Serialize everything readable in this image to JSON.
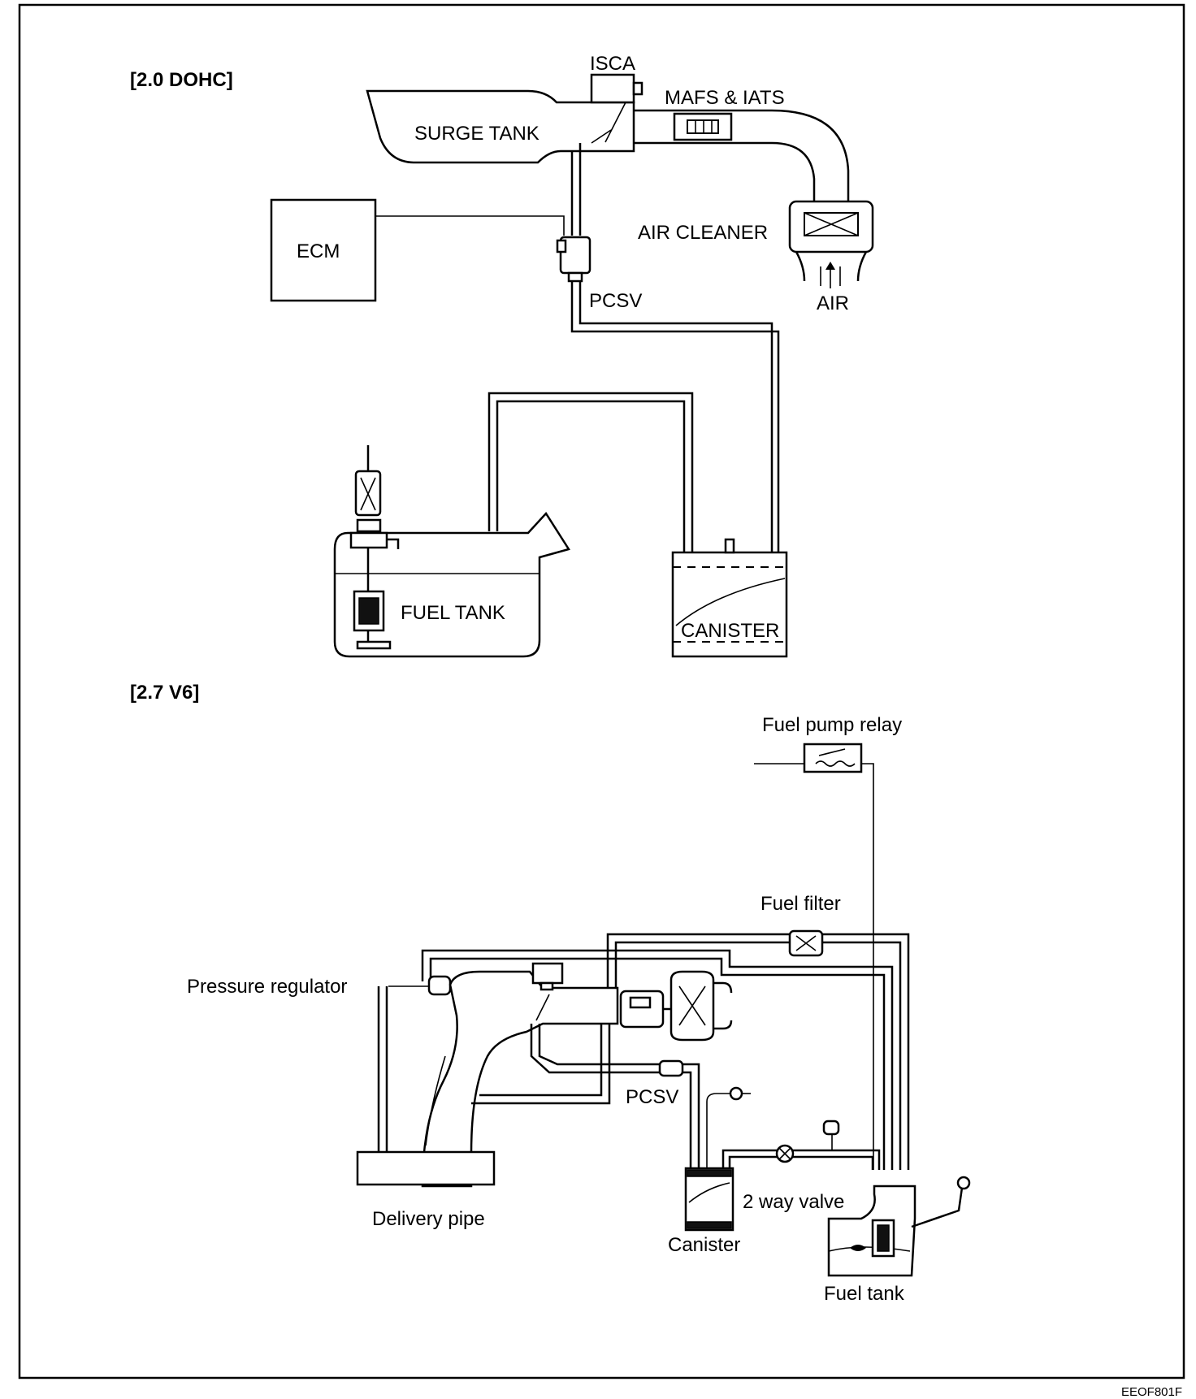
{
  "figure_code": "EEOF801F",
  "dohc": {
    "header": "[2.0 DOHC]",
    "labels": {
      "isca": "ISCA",
      "mafs_iats": "MAFS & IATS",
      "surge_tank": "SURGE TANK",
      "ecm": "ECM",
      "air_cleaner": "AIR CLEANER",
      "air": "AIR",
      "pcsv": "PCSV",
      "fuel_tank": "FUEL TANK",
      "canister": "CANISTER"
    }
  },
  "v6": {
    "header": "[2.7 V6]",
    "labels": {
      "fuel_pump_relay": "Fuel pump relay",
      "fuel_filter": "Fuel filter",
      "pressure_regulator": "Pressure regulator",
      "pcsv": "PCSV",
      "delivery_pipe": "Delivery pipe",
      "two_way_valve": "2 way valve",
      "canister": "Canister",
      "fuel_tank": "Fuel tank"
    }
  }
}
